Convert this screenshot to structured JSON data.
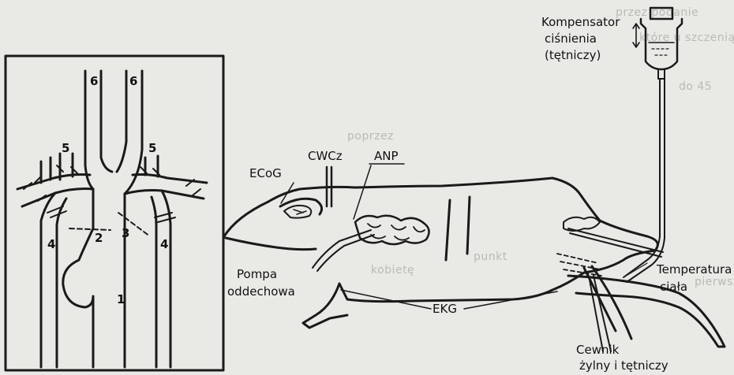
{
  "figure": {
    "labels": {
      "kompensator_1": "Kompensator",
      "kompensator_2": "ciśnienia",
      "kompensator_3": "(tętniczy)",
      "ecog": "ECoG",
      "cwcz": "CWCz",
      "anp": "ANP",
      "pompa_1": "Pompa",
      "pompa_2": "oddechowa",
      "ekg": "EKG",
      "temperatura_1": "Temperatura",
      "temperatura_2": "ciała",
      "cewnik_1": "Cewnik",
      "cewnik_2": "żylny i tętniczy"
    },
    "vessel_numbers": {
      "n6a": "6",
      "n6b": "6",
      "n5a": "5",
      "n5b": "5",
      "n4a": "4",
      "n4b": "4",
      "n2": "2",
      "n3": "3",
      "n1": "1"
    },
    "bleed_through_text": [
      "przez podanie",
      "które u szczenią",
      "do 45",
      "poprzez",
      "punkt",
      "kobietę",
      "pierwsze"
    ]
  },
  "colors": {
    "paper": "#e9e9e6",
    "ink": "#1a1a1a",
    "faint": "#b9b9b5"
  }
}
